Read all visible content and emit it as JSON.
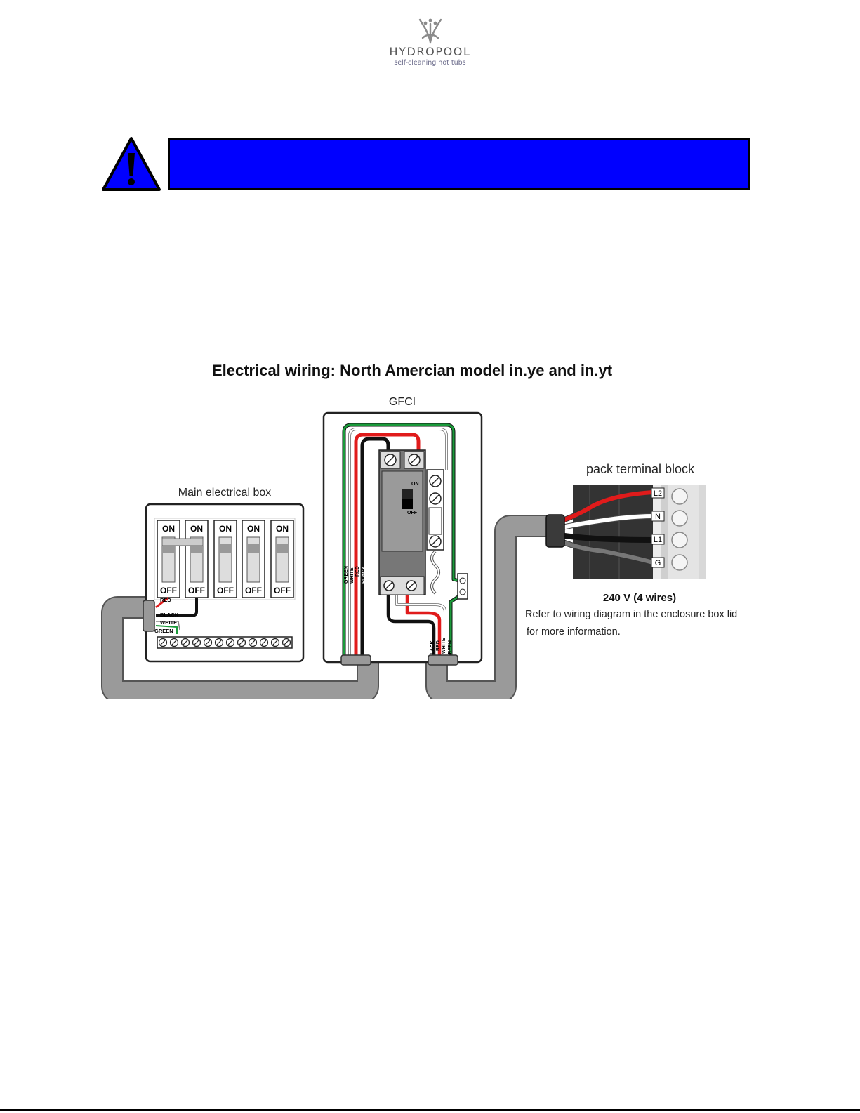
{
  "logo": {
    "brand": "HYDROPOOL",
    "tagline": "self-cleaning hot tubs"
  },
  "warning_banner": {
    "text": "",
    "color": "#0000ff"
  },
  "diagram": {
    "title": "Electrical wiring: North Amercian model in.ye and in.yt",
    "main_box": {
      "label": "Main electrical box",
      "breaker_on": [
        "ON",
        "ON",
        "ON",
        "ON",
        "ON"
      ],
      "breaker_off": [
        "OFF",
        "OFF",
        "OFF",
        "OFF",
        "OFF"
      ],
      "wires": [
        "RED",
        "BLACK",
        "WHITE",
        "GREEN"
      ]
    },
    "gfci": {
      "label": "GFCI",
      "switch_on": "ON",
      "switch_off": "OFF",
      "wires_in": [
        "GREEN",
        "WHITE",
        "RED",
        "BLACK"
      ],
      "wires_out": [
        "BLACK",
        "RED",
        "WHITE",
        "GREEN"
      ]
    },
    "terminal": {
      "label": "pack terminal block",
      "terminals": [
        "L2",
        "N",
        "L1",
        "G"
      ],
      "voltage": "240 V (4 wires)",
      "note_line1": "Refer to wiring diagram in the enclosure box lid",
      "note_line2": "for more information."
    },
    "colors": {
      "red": "#e01b1b",
      "black": "#111111",
      "green": "#1a9a3a",
      "white": "#ffffff",
      "conduit": "#9a9a9a"
    }
  }
}
